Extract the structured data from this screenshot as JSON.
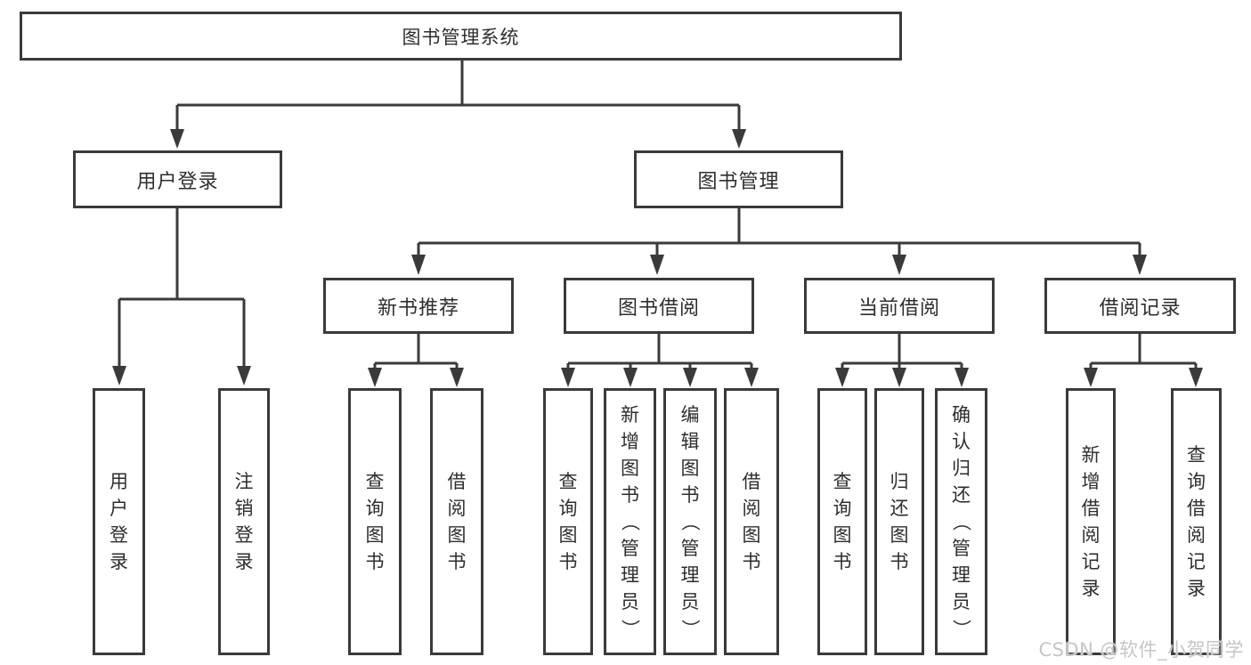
{
  "colors": {
    "line": "#3a3a3a",
    "box-border": "#3a3a3a",
    "text": "#2e2e2e",
    "watermark": "#c6c6c6",
    "background": "#ffffff"
  },
  "watermark": {
    "text": "CSDN @软件_小贺同学"
  },
  "tree": {
    "root": {
      "label": "图书管理系统",
      "children": [
        {
          "label": "用户登录",
          "children": [
            {
              "label": "用户登录"
            },
            {
              "label": "注销登录"
            }
          ]
        },
        {
          "label": "图书管理",
          "children": [
            {
              "label": "新书推荐",
              "children": [
                {
                  "label": "查询图书"
                },
                {
                  "label": "借阅图书"
                }
              ]
            },
            {
              "label": "图书借阅",
              "children": [
                {
                  "label": "查询图书"
                },
                {
                  "label": "新增图书（管理员）"
                },
                {
                  "label": "编辑图书（管理员）"
                },
                {
                  "label": "借阅图书"
                }
              ]
            },
            {
              "label": "当前借阅",
              "children": [
                {
                  "label": "查询图书"
                },
                {
                  "label": "归还图书"
                },
                {
                  "label": "确认归还（管理员）"
                }
              ]
            },
            {
              "label": "借阅记录",
              "children": [
                {
                  "label": "新增借阅记录"
                },
                {
                  "label": "查询借阅记录"
                }
              ]
            }
          ]
        }
      ]
    }
  }
}
